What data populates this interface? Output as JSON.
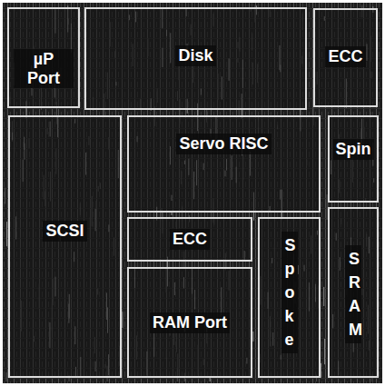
{
  "diagram": {
    "nodes": [
      {
        "text": [
          "µP Port"
        ]
      },
      {
        "text": [
          "Disk"
        ]
      },
      {
        "text": [
          "ECC"
        ]
      },
      {
        "text": [
          "SCSI"
        ]
      },
      {
        "text": [
          "Servo RISC"
        ]
      },
      {
        "text": [
          "Spin"
        ]
      },
      {
        "text": [
          "ECC"
        ]
      },
      {
        "text": [
          "Spoke"
        ]
      },
      {
        "text": [
          "SRAM"
        ]
      },
      {
        "text": [
          "RAM Port"
        ]
      }
    ]
  }
}
